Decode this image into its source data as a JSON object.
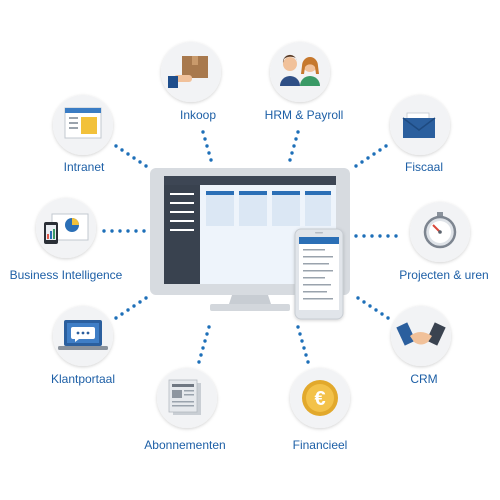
{
  "modules": {
    "inkoop": "Inkoop",
    "hrm": "HRM & Payroll",
    "intranet": "Intranet",
    "fiscaal": "Fiscaal",
    "bi": "Business Intelligence",
    "projecten": "Projecten & uren",
    "klantportaal": "Klantportaal",
    "crm": "CRM",
    "abonnementen": "Abonnementen",
    "financieel": "Financieel"
  },
  "icons": {
    "inkoop": "hand-with-package-icon",
    "hrm": "employees-icon",
    "intranet": "web-page-icon",
    "fiscaal": "envelope-icon",
    "bi": "tablet-chart-icon",
    "projecten": "stopwatch-icon",
    "klantportaal": "laptop-chat-icon",
    "crm": "handshake-icon",
    "abonnementen": "newspaper-icon",
    "financieel": "euro-coin-icon"
  },
  "colors": {
    "accent": "#1d5fa6",
    "dots": "#1d6fb8",
    "circle": "#f2f3f5"
  }
}
